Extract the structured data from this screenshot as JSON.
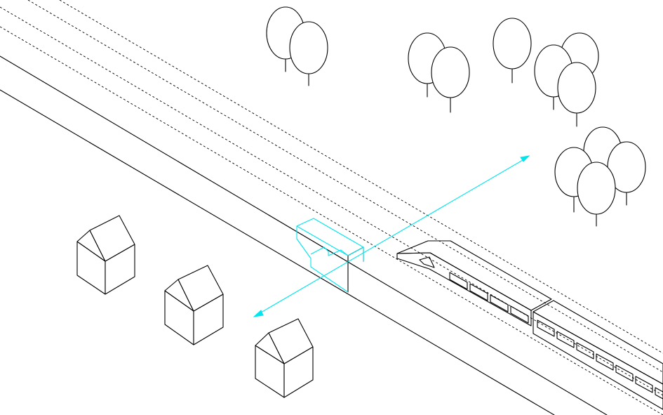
{
  "colors": {
    "line": "#000000",
    "accent": "#00e5ee",
    "background": "#ffffff"
  },
  "scene": {
    "trees": [
      {
        "name": "tree-cluster-1",
        "count": 2
      },
      {
        "name": "tree-cluster-2",
        "count": 2
      },
      {
        "name": "tree-single",
        "count": 1
      },
      {
        "name": "tree-cluster-3",
        "count": 3
      },
      {
        "name": "tree-cluster-4",
        "count": 4
      }
    ],
    "houses": {
      "count": 3
    },
    "train": {
      "cars_visible": 2
    },
    "dashed_lines": {
      "count": 4
    },
    "road_lines": {
      "count": 2
    }
  }
}
